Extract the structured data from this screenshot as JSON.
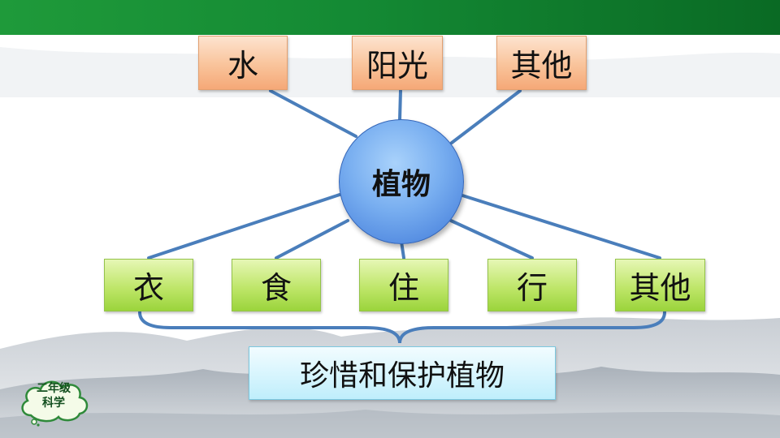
{
  "center": {
    "label": "植物"
  },
  "needs": [
    {
      "label": "水"
    },
    {
      "label": "阳光"
    },
    {
      "label": "其他"
    }
  ],
  "uses": [
    {
      "label": "衣"
    },
    {
      "label": "食"
    },
    {
      "label": "住"
    },
    {
      "label": "行"
    },
    {
      "label": "其他"
    }
  ],
  "conclusion": {
    "label": "珍惜和保护植物"
  },
  "badge": {
    "line1": "二年级",
    "line2": "科学"
  },
  "colors": {
    "top_bar": "#148a34",
    "connector": "#4a7ebb",
    "need_box": "#f9c39a",
    "use_box": "#bfe66a",
    "center_node": "#5b8fe0",
    "conclusion_box": "#d4f4fd"
  }
}
